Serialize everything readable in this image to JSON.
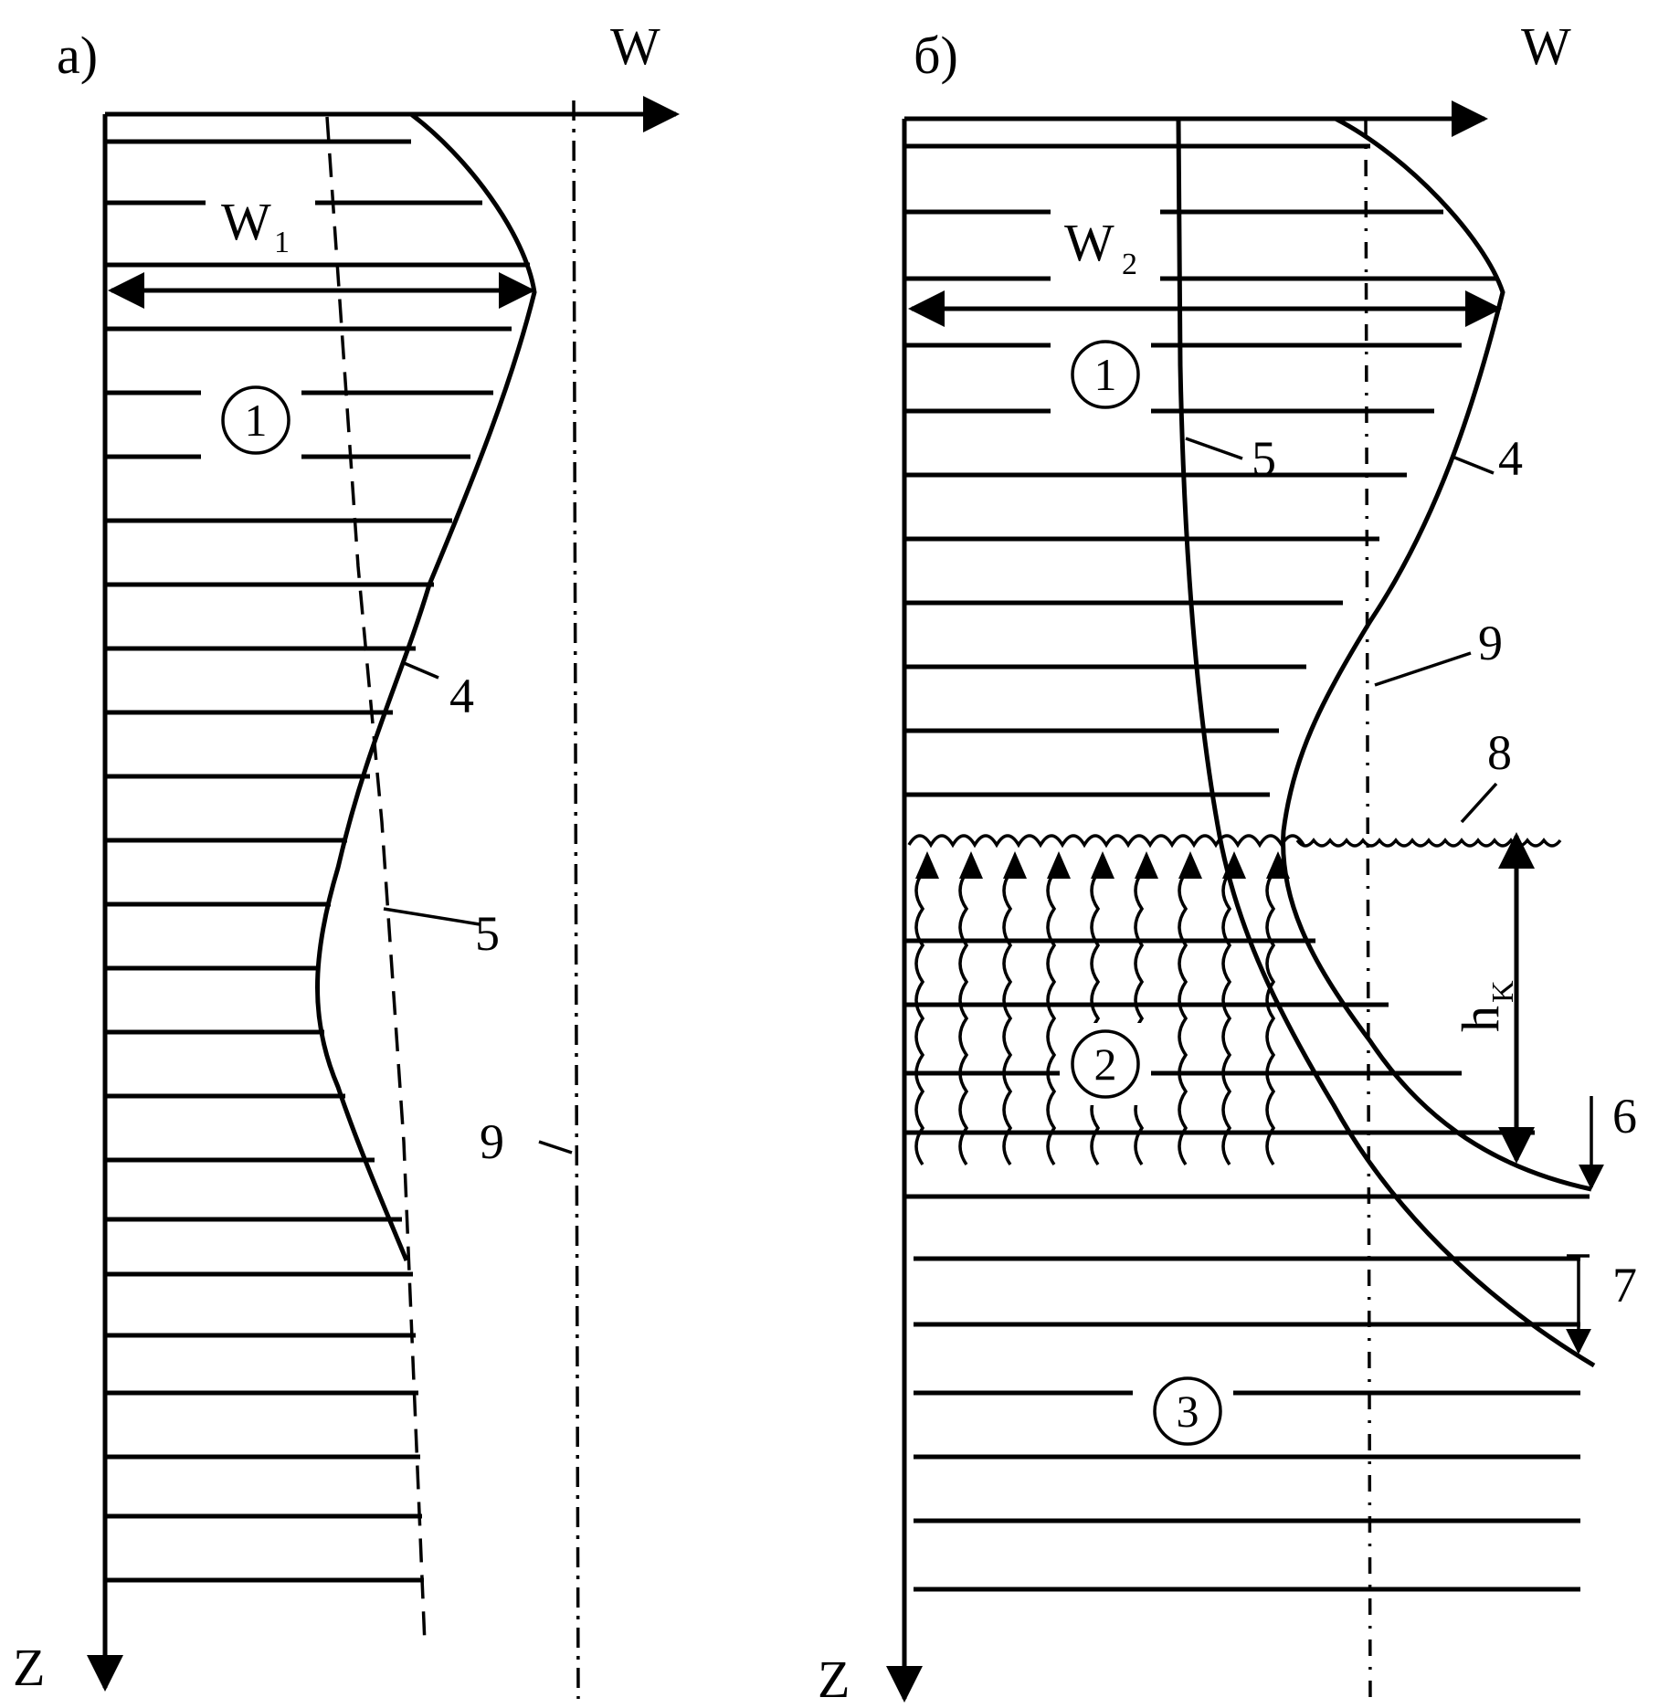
{
  "panel_a": {
    "label": "a)",
    "x_axis": "W",
    "z_axis": "Z",
    "width_symbol": "W",
    "width_sub": "1",
    "zone1": "1",
    "callout_4": "4",
    "callout_5": "5",
    "callout_9": "9"
  },
  "panel_b": {
    "label": "б)",
    "x_axis": "W",
    "z_axis": "Z",
    "width_symbol": "W",
    "width_sub": "2",
    "zone1": "1",
    "zone2": "2",
    "zone3": "3",
    "callout_4": "4",
    "callout_5": "5",
    "callout_6": "6",
    "callout_7": "7",
    "callout_8": "8",
    "callout_9": "9",
    "height_symbol": "h",
    "height_sub": "K"
  },
  "colors": {
    "ink": "#000000",
    "paper": "#ffffff"
  }
}
